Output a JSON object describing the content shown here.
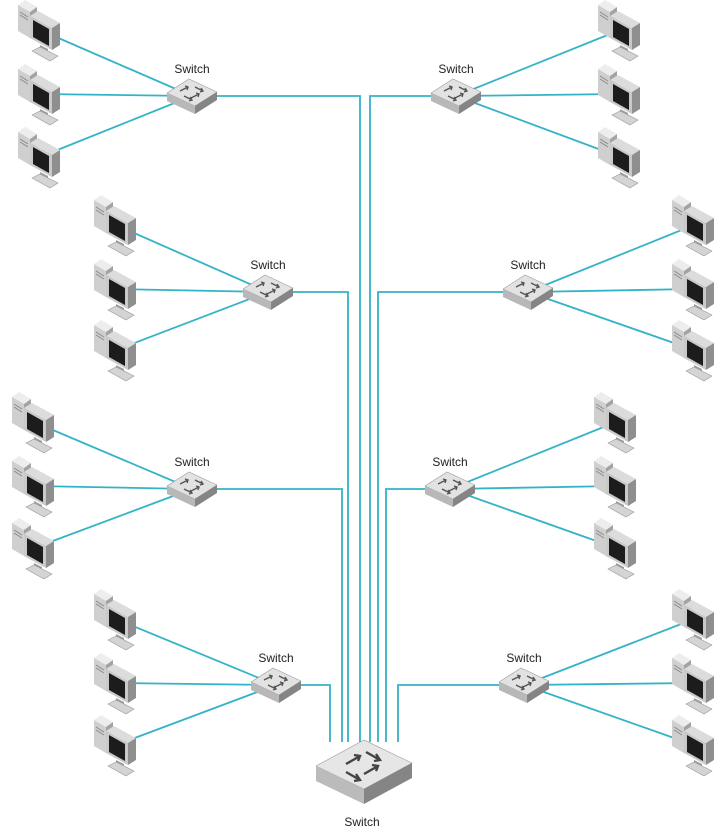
{
  "colors": {
    "link": "#34b3c8",
    "background": "#ffffff",
    "device_light": "#e6e6e6",
    "device_mid": "#b4b4b4",
    "device_dark": "#7d7d7d",
    "screen": "#1c1c1c"
  },
  "core_switch": {
    "label": "Switch",
    "icon": "core-switch-icon"
  },
  "access_switches": [
    {
      "label": "Switch",
      "icon": "switch-icon",
      "side": "left"
    },
    {
      "label": "Switch",
      "icon": "switch-icon",
      "side": "right"
    },
    {
      "label": "Switch",
      "icon": "switch-icon",
      "side": "left"
    },
    {
      "label": "Switch",
      "icon": "switch-icon",
      "side": "right"
    },
    {
      "label": "Switch",
      "icon": "switch-icon",
      "side": "left"
    },
    {
      "label": "Switch",
      "icon": "switch-icon",
      "side": "right"
    },
    {
      "label": "Switch",
      "icon": "switch-icon",
      "side": "left"
    },
    {
      "label": "Switch",
      "icon": "switch-icon",
      "side": "right"
    }
  ],
  "computers_per_switch": 3,
  "computer_icon": "desktop-computer-icon"
}
